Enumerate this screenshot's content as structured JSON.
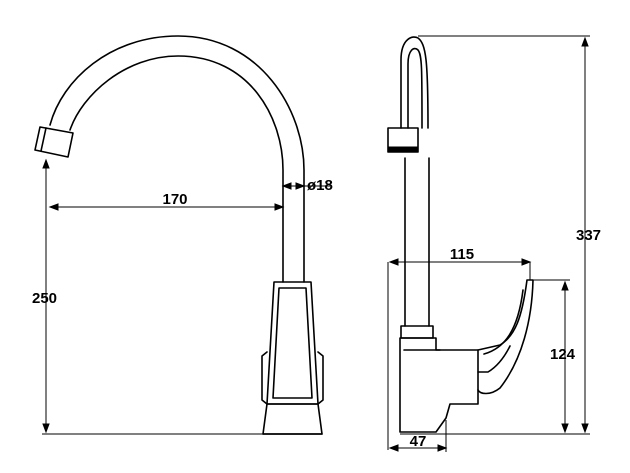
{
  "drawing": {
    "front_view": {
      "spout_reach": "170",
      "pipe_diameter": "ø18",
      "total_height": "250"
    },
    "side_view": {
      "overall_height": "337",
      "handle_reach": "115",
      "handle_height": "124",
      "base_width": "47"
    }
  }
}
